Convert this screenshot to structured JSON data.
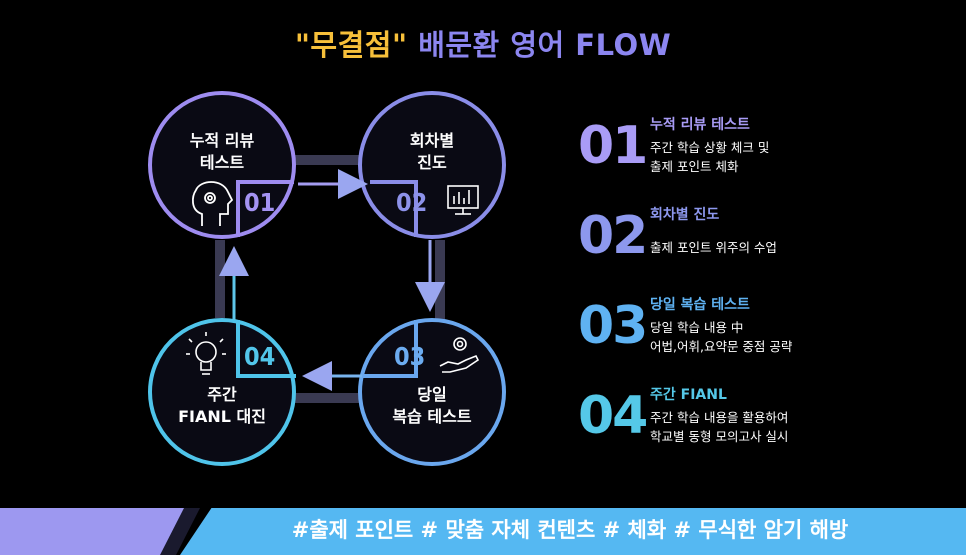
{
  "title": {
    "highlight": "\"무결점\"",
    "rest": "배문환 영어 FLOW"
  },
  "diagram": {
    "nodes": [
      {
        "label_line1": "누적 리뷰",
        "label_line2": "테스트",
        "num": "01",
        "color": "#9e8cf0",
        "icon": "head-gear-icon"
      },
      {
        "label_line1": "회차별",
        "label_line2": "진도",
        "num": "02",
        "color": "#8a8de8",
        "icon": "monitor-chart-icon"
      },
      {
        "label_line1": "당일",
        "label_line2": "복습 테스트",
        "num": "03",
        "color": "#6aa7ee",
        "icon": "hand-gear-icon"
      },
      {
        "label_line1": "주간",
        "label_line2": "FIANL 대진",
        "num": "04",
        "color": "#4fc4ea",
        "icon": "lightbulb-icon"
      }
    ]
  },
  "steps": [
    {
      "num": "01",
      "heading": "누적 리뷰 테스트",
      "desc_line1": "주간 학습 상황 체크 및",
      "desc_line2": "출제 포인트 체화",
      "color": "#a99cf6"
    },
    {
      "num": "02",
      "heading": "회차별 진도",
      "desc_line1": "출제 포인트 위주의 수업",
      "desc_line2": "",
      "color": "#8d98ee"
    },
    {
      "num": "03",
      "heading": "당일 복습 테스트",
      "desc_line1": "당일 학습 내용 中",
      "desc_line2": "어법,어휘,요약문 중점 공략",
      "color": "#5fb2f2"
    },
    {
      "num": "04",
      "heading": "주간 FIANL",
      "desc_line1": "주간 학습 내용을 활용하여",
      "desc_line2": "학교별 동형 모의고사 실시",
      "color": "#55c8e8"
    }
  ],
  "banner": {
    "text": "#출제 포인트 # 맞춤 자체 컨텐츠 # 체화 # 무식한 암기 해방"
  }
}
